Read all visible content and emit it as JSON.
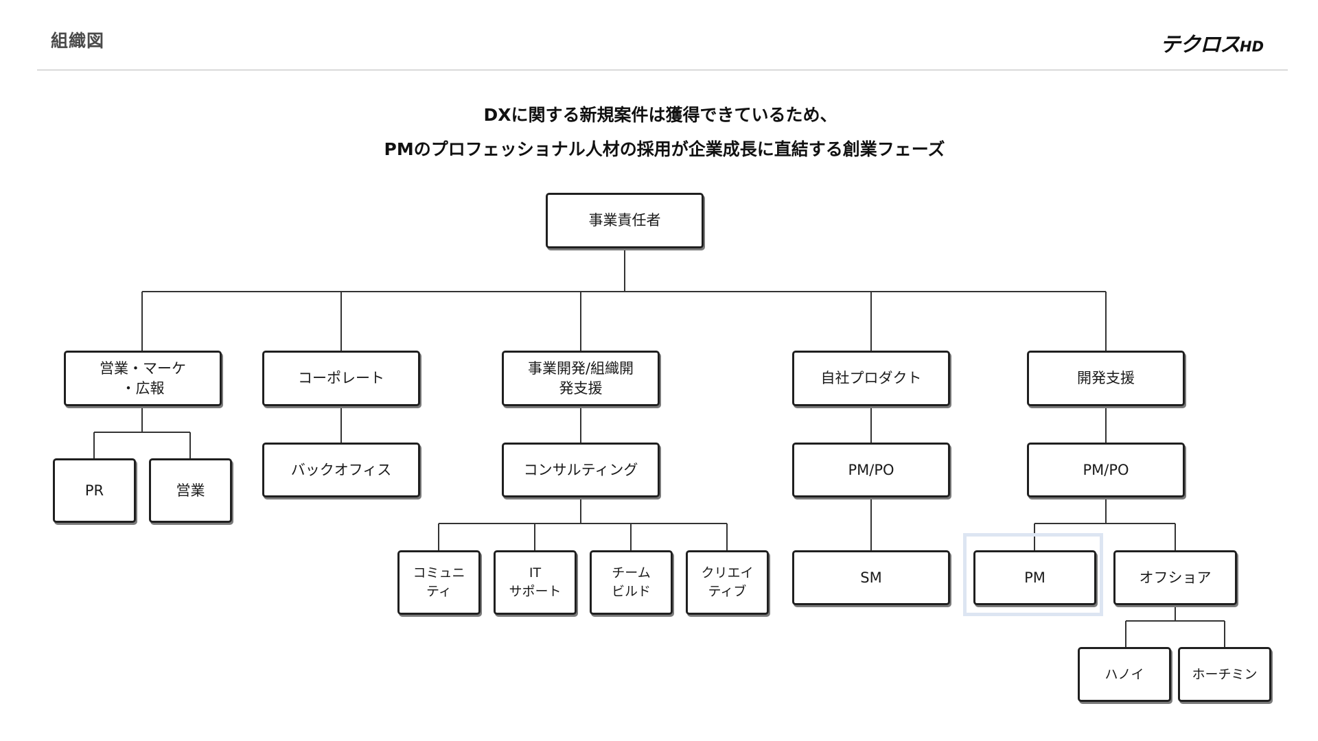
{
  "header": {
    "page_title": "組織図",
    "logo": "テクロス",
    "logo_suffix": "HD"
  },
  "headline": {
    "line1": "DXに関する新規案件は獲得できているため、",
    "line2": "PMのプロフェッショナル人材の採用が企業成長に直結する創業フェーズ"
  },
  "org": {
    "root": "事業責任者",
    "sales_marketing_pr": "営業・マーケ\n・広報",
    "pr": "PR",
    "sales": "営業",
    "corporate": "コーポレート",
    "back_office": "バックオフィス",
    "biz_org_dev": "事業開発/組織開\n発支援",
    "consulting": "コンサルティング",
    "community": "コミュニ\nティ",
    "it_support": "IT\nサポート",
    "team_build": "チーム\nビルド",
    "creative": "クリエイ\nティブ",
    "own_product": "自社プロダクト",
    "own_product_pmpo": "PM/PO",
    "sm": "SM",
    "dev_support": "開発支援",
    "dev_support_pmpo": "PM/PO",
    "pm": "PM",
    "offshore": "オフショア",
    "hanoi": "ハノイ",
    "ho_chi_minh": "ホーチミン"
  },
  "colors": {
    "node_border": "#1f1f1f",
    "connector": "#333333",
    "highlight": "#dde5f2",
    "header_rule": "#d9d9d9"
  }
}
